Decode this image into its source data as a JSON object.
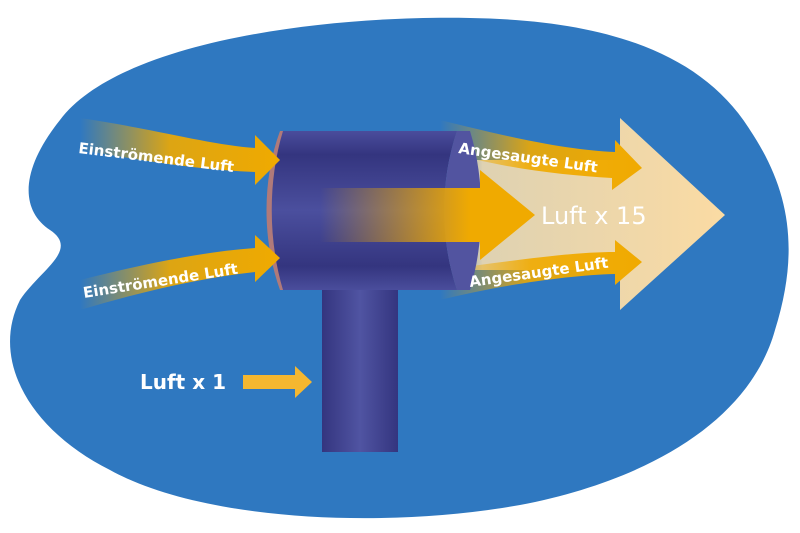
{
  "labels": {
    "inflow_top": "Einströmende Luft",
    "inflow_bottom": "Einströmende Luft",
    "entrained_top": "Angesaugte Luft",
    "entrained_bottom": "Angesaugte Luft",
    "output": "Luft x 15",
    "input": "Luft x 1"
  },
  "colors": {
    "background_blob": "#2f78c0",
    "device": "#3b3c8c",
    "arrow": "#f0aa00",
    "output_arrow": "#fbdba3"
  }
}
